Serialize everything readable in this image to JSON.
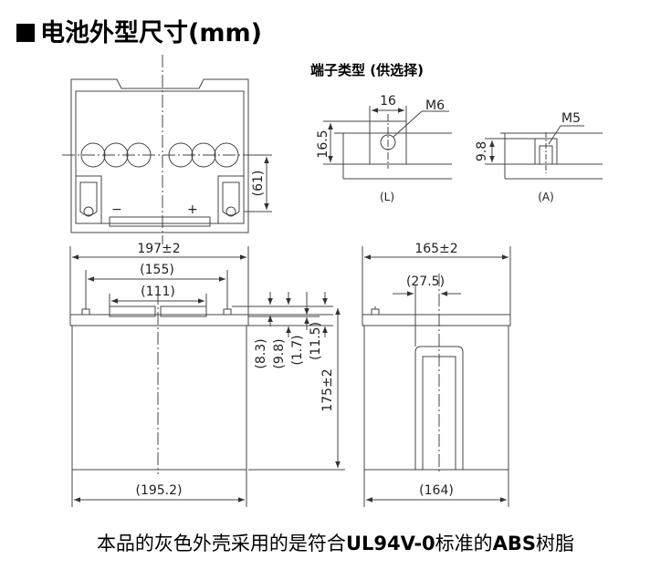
{
  "title": "电池外型尺寸(mm)",
  "terminal_section_title": "端子类型 (供选择)",
  "terminal_L": {
    "width": "16",
    "height": "16.5",
    "bolt": "M6",
    "label": "(L)"
  },
  "terminal_A": {
    "height": "9.8",
    "bolt": "M5",
    "label": "(A)"
  },
  "top_view": {
    "dim_61": "(61)"
  },
  "front_view": {
    "width_197": "197±2",
    "width_155": "(155)",
    "width_111": "(111)",
    "height_8_3": "(8.3)",
    "height_9_8": "(9.8)",
    "height_1_7": "(1.7)",
    "height_11_5": "(11.5)",
    "height_175": "175±2",
    "base_195_2": "(195.2)"
  },
  "side_view": {
    "width_165": "165±2",
    "handle_27_5": "(27.5)",
    "base_164": "(164)"
  },
  "footer": {
    "part1": "本品的灰色外壳采用的是符合",
    "part2": "UL94V-0",
    "part3": "标准的",
    "part4": "ABS",
    "part5": "树脂"
  }
}
